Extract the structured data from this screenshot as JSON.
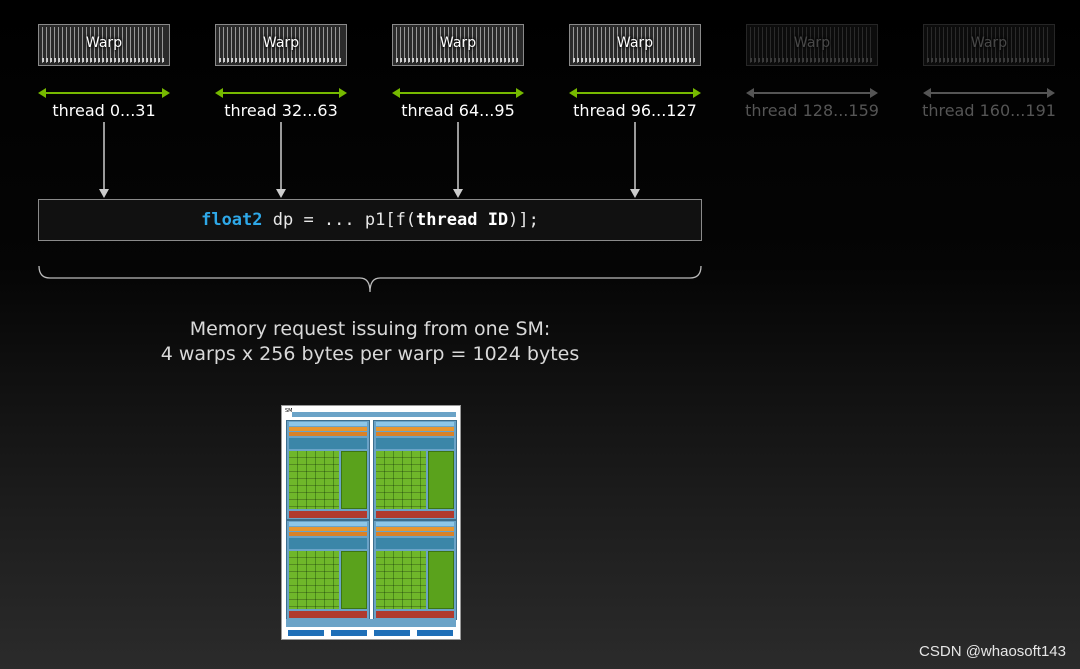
{
  "warps": [
    {
      "label": "Warp",
      "threads": "thread 0...31",
      "active": true
    },
    {
      "label": "Warp",
      "threads": "thread 32...63",
      "active": true
    },
    {
      "label": "Warp",
      "threads": "thread 64...95",
      "active": true
    },
    {
      "label": "Warp",
      "threads": "thread 96...127",
      "active": true
    },
    {
      "label": "Warp",
      "threads": "thread 128...159",
      "active": false
    },
    {
      "label": "Warp",
      "threads": "thread 160...191",
      "active": false
    }
  ],
  "code": {
    "keyword": "float2",
    "part1": " dp = ... p1[f(",
    "bold": "thread ID",
    "part2": ")];"
  },
  "memory_request": {
    "line1": "Memory request issuing from one SM:",
    "line2": "4 warps x 256 bytes per warp = 1024 bytes"
  },
  "sm_diagram": {
    "title": "SM"
  },
  "watermark": "CSDN @whaosoft143",
  "colors": {
    "green_arrow": "#76b900",
    "dim_arrow": "#555555",
    "code_keyword": "#2ea8e8"
  }
}
